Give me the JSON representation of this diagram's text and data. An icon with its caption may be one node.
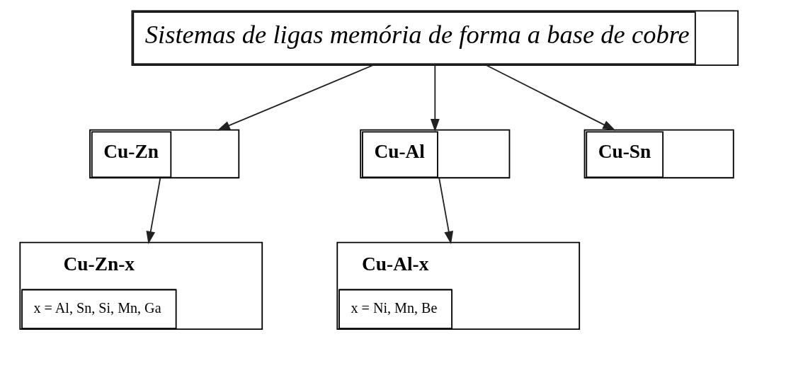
{
  "diagram": {
    "nodes": [
      {
        "text": [
          "Sistemas de ligas memória de forma a base de cobre"
        ]
      },
      {
        "text": [
          "Cu-Zn"
        ]
      },
      {
        "text": [
          "Cu-Al"
        ]
      },
      {
        "text": [
          "Cu-Sn"
        ]
      },
      {
        "text": [
          "Cu-Zn-x",
          "x = Al, Sn, Si, Mn, Ga"
        ]
      },
      {
        "text": [
          "Cu-Al-x",
          "x = Ni, Mn, Be"
        ]
      }
    ],
    "edges": [
      {
        "from": 0,
        "to": 1,
        "arrow": "to"
      },
      {
        "from": 0,
        "to": 2,
        "arrow": "to"
      },
      {
        "from": 0,
        "to": 3,
        "arrow": "to"
      },
      {
        "from": 1,
        "to": 4,
        "arrow": "to"
      },
      {
        "from": 2,
        "to": 5,
        "arrow": "to"
      }
    ]
  }
}
